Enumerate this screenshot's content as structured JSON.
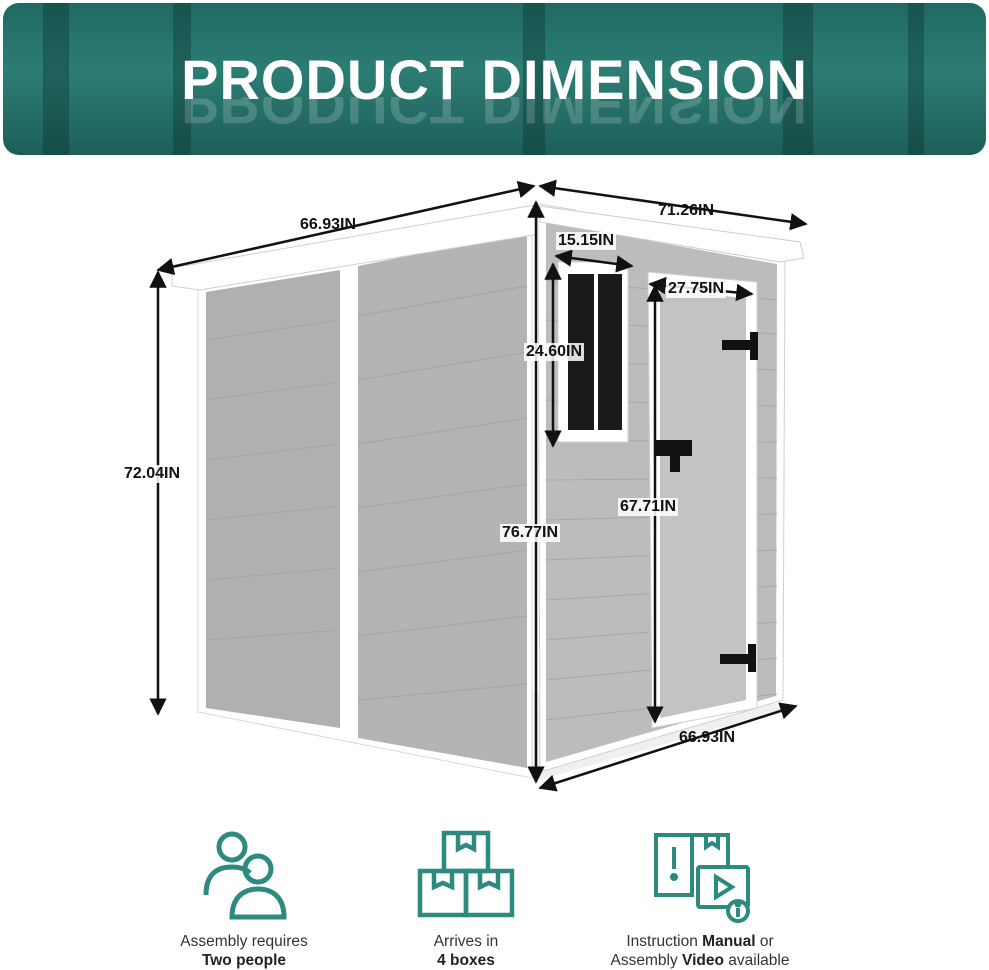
{
  "banner": {
    "title": "PRODUCT DIMENSION"
  },
  "dimensions": {
    "left_depth": "66.93IN",
    "right_width": "71.26IN",
    "window_width": "15.15IN",
    "door_width": "27.75IN",
    "window_height": "24.60IN",
    "left_height": "72.04IN",
    "front_height": "76.77IN",
    "door_height": "67.71IN",
    "bottom_width": "66.93IN"
  },
  "features": [
    {
      "icon": "people-icon",
      "line1": "Assembly requires",
      "line2": "Two people"
    },
    {
      "icon": "boxes-icon",
      "line1": "Arrives in",
      "line2": "4 boxes"
    },
    {
      "icon": "manual-video-icon",
      "line1_a": "Instruction ",
      "line1_b": "Manual",
      "line1_c": " or",
      "line2_a": "Assembly ",
      "line2_b": "Video",
      "line2_c": " available"
    }
  ],
  "colors": {
    "accent": "#2d8a7f",
    "banner": "#236f68",
    "shed_wall": "#b3b3b6"
  }
}
